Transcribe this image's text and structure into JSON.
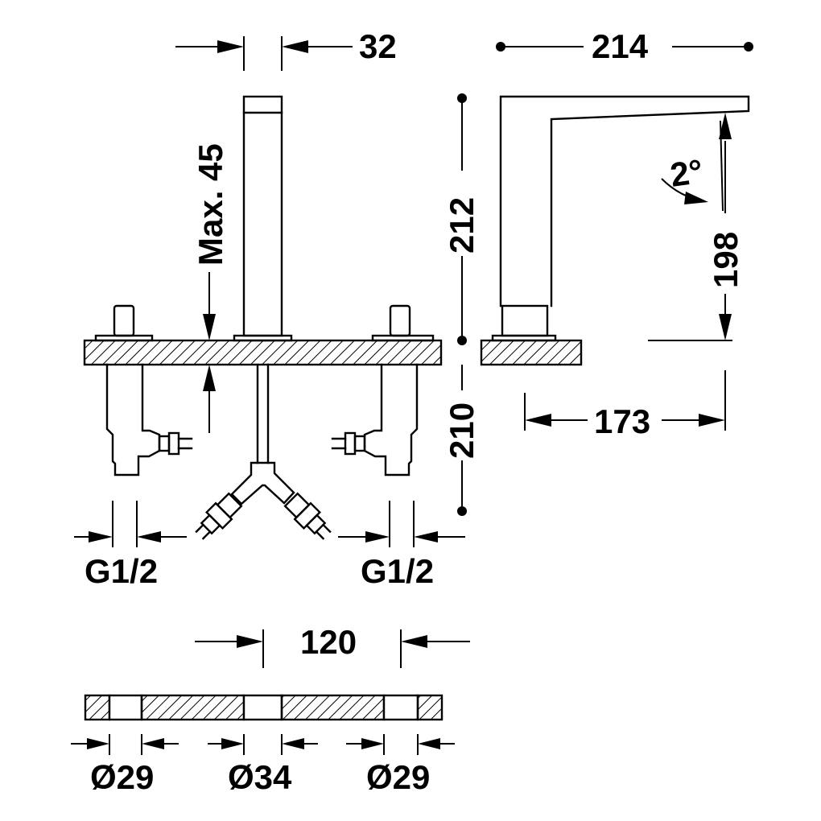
{
  "dimensions": {
    "spout_width": "32",
    "overall_length": "214",
    "deck_max_thickness": "Max. 45",
    "height_above_deck": "212",
    "depth_below_deck": "210",
    "spout_outlet_height": "198",
    "spout_reach": "173",
    "spout_angle": "2°",
    "inlet_left": "G1/2",
    "inlet_right": "G1/2",
    "hole_spacing": "120",
    "hole_left_diameter": "Ø29",
    "hole_center_diameter": "Ø34",
    "hole_right_diameter": "Ø29"
  },
  "colors": {
    "ink": "#000000",
    "paper": "#ffffff"
  }
}
